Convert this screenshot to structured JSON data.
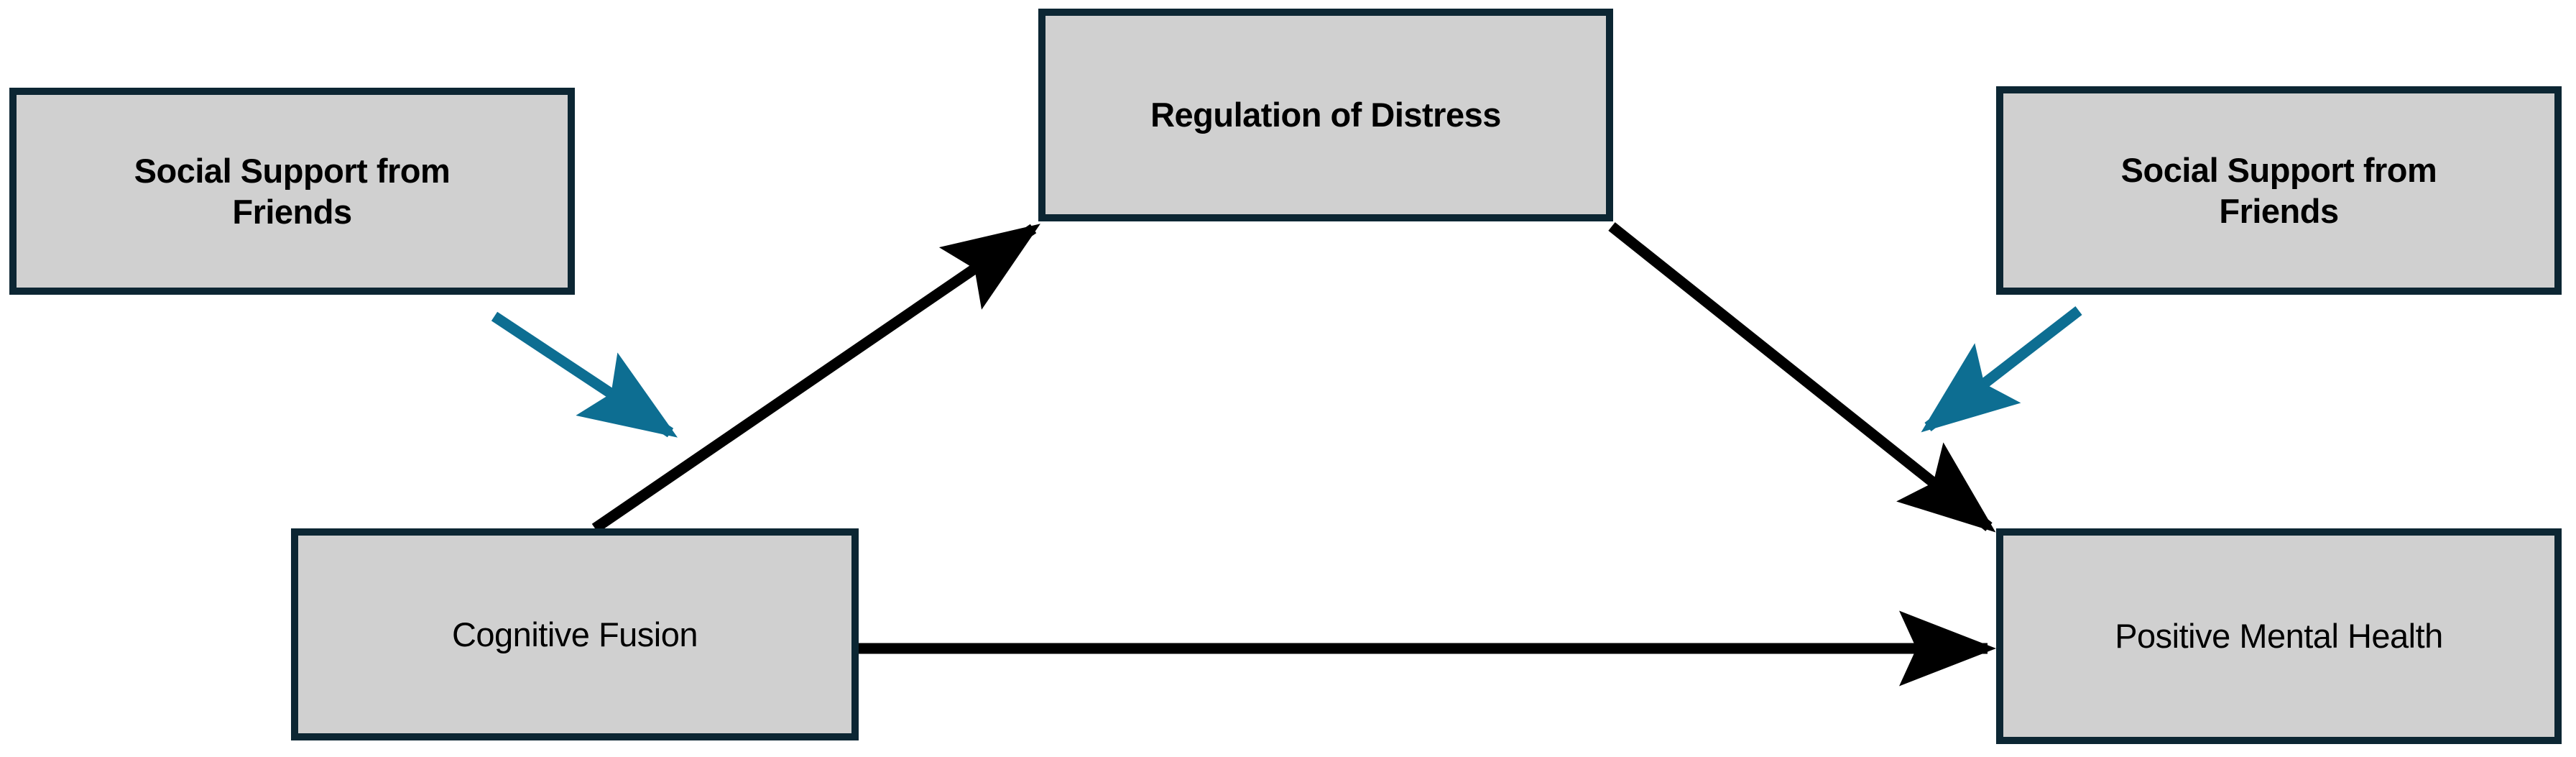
{
  "diagram": {
    "title": "Moderated mediation model diagram",
    "background_color": "#ffffff",
    "node_fill_color": "#d0d0d0",
    "node_border_color": "#0c2633",
    "moderator_arrow_color": "#0d6e92",
    "path_arrow_color": "#000000",
    "nodes": {
      "social_support_left": "Social Support from\nFriends",
      "regulation_of_distress": "Regulation of Distress",
      "social_support_right": "Social Support from\nFriends",
      "cognitive_fusion": "Cognitive Fusion",
      "positive_mental_health": "Positive Mental Health"
    },
    "edges": [
      {
        "name": "cognitive-fusion-to-regulation-of-distress",
        "style": "solid",
        "color": "#000000",
        "arrowhead": "end"
      },
      {
        "name": "regulation-of-distress-to-positive-mental-health",
        "style": "solid",
        "color": "#000000",
        "arrowhead": "end"
      },
      {
        "name": "cognitive-fusion-to-positive-mental-health",
        "style": "solid",
        "color": "#000000",
        "arrowhead": "end"
      },
      {
        "name": "social-support-left-moderates-path-a",
        "style": "solid",
        "color": "#0d6e92",
        "arrowhead": "end"
      },
      {
        "name": "social-support-right-moderates-path-b",
        "style": "solid",
        "color": "#0d6e92",
        "arrowhead": "end"
      }
    ]
  }
}
